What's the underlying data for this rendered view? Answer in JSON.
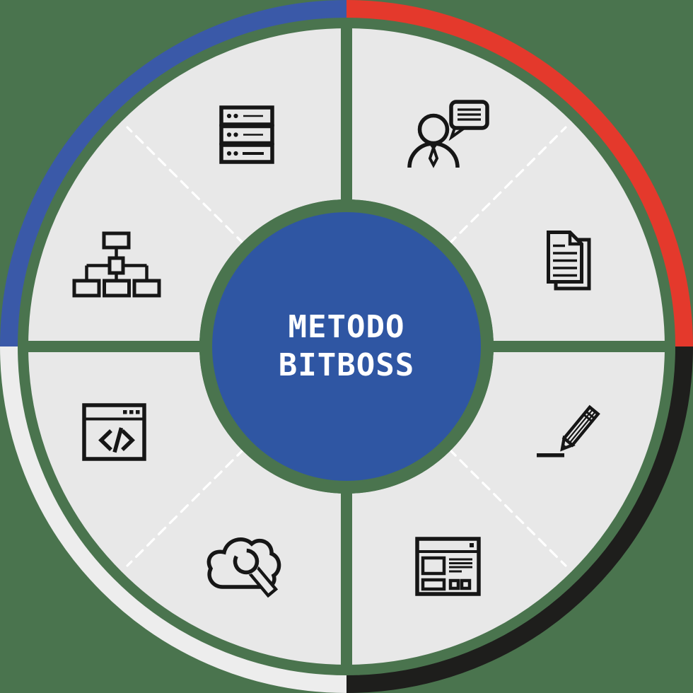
{
  "diagram": {
    "center": {
      "title_line1": "METODO",
      "title_line2": "BITBOSS"
    },
    "colors": {
      "background": "#4a744e",
      "ring": "#e8e8e8",
      "center_circle": "#2f56a3",
      "title_text": "#ffffff",
      "divider_dash": "#ffffff",
      "arc_top_left": "#3a59a8",
      "arc_top_right": "#e4392c",
      "arc_bottom_right": "#1e1e1c",
      "arc_bottom_left": "#ededed",
      "icon_stroke": "#161616"
    },
    "quadrants": [
      {
        "position": "top-left",
        "segments": [
          "server-rack",
          "sitemap"
        ]
      },
      {
        "position": "top-right",
        "segments": [
          "consultation-person",
          "documents"
        ]
      },
      {
        "position": "bottom-right",
        "segments": [
          "signature-pencil",
          "web-layout"
        ]
      },
      {
        "position": "bottom-left",
        "segments": [
          "code-window",
          "cloud-maintenance"
        ]
      }
    ]
  }
}
